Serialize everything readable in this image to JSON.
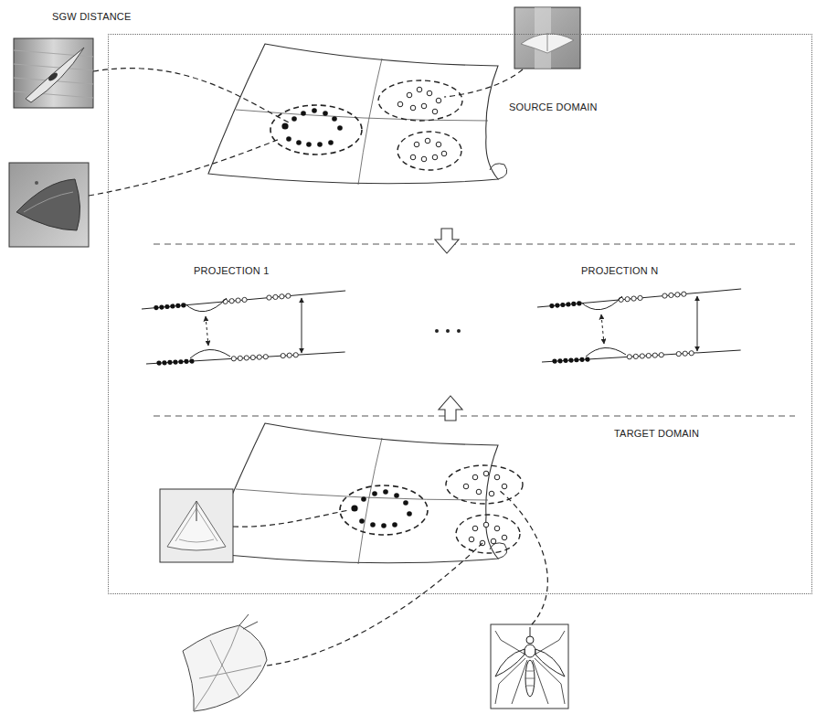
{
  "diagram": {
    "nodes": [
      {
        "text": [
          "SGW DISTANCE"
        ]
      }
    ],
    "labels": [
      "SOURCE DOMAIN",
      "PROJECTION 1",
      "PROJECTION N",
      "TARGET DOMAIN"
    ]
  }
}
